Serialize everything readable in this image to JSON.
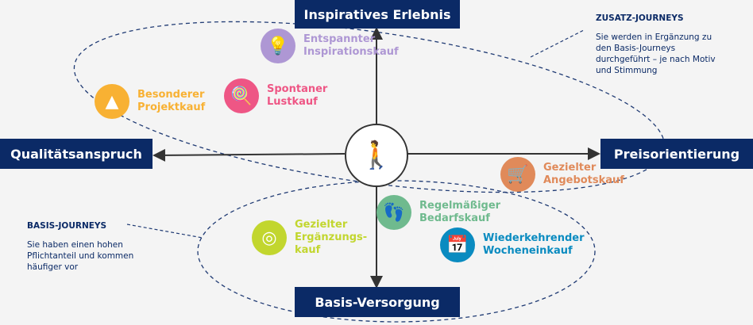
{
  "axes": {
    "top": "Inspiratives Erlebnis",
    "bottom": "Basis-Versorgung",
    "left": "Qualitätsanspruch",
    "right": "Preisorientierung"
  },
  "center_icon": "shopper-with-basket-icon",
  "journeys": [
    {
      "id": "inspiration",
      "label1": "Entspannter",
      "label2": "Inspirationskauf",
      "label3": "",
      "color": "#ae97d4",
      "icon": "lightbulb-icon"
    },
    {
      "id": "spontan",
      "label1": "Spontaner",
      "label2": "Lustkauf",
      "label3": "",
      "color": "#ee5685",
      "icon": "lollipop-icon"
    },
    {
      "id": "projekt",
      "label1": "Besonderer",
      "label2": "Projektkauf",
      "label3": "",
      "color": "#f8b133",
      "icon": "party-hat-icon"
    },
    {
      "id": "angebot",
      "label1": "Gezielter",
      "label2": "Angebotskauf",
      "label3": "",
      "color": "#e08a5a",
      "icon": "shopper-cart-icon"
    },
    {
      "id": "bedarf",
      "label1": "Regelmäßiger",
      "label2": "Bedarfskauf",
      "label3": "",
      "color": "#6fba8e",
      "icon": "footprints-icon"
    },
    {
      "id": "ergaenzung",
      "label1": "Gezielter",
      "label2": "Ergänzungs-",
      "label3": "kauf",
      "color": "#c2d62e",
      "icon": "target-icon"
    },
    {
      "id": "woche",
      "label1": "Wiederkehrender",
      "label2": "Wocheneinkauf",
      "label3": "",
      "color": "#0a8bc0",
      "icon": "calendar-icon"
    }
  ],
  "notes": {
    "zusatz": {
      "title": "ZUSATZ-JOURNEYS",
      "text": "Sie werden in Ergänzung zu den Basis-Journeys durchgeführt – je nach Motiv und Stimmung"
    },
    "basis": {
      "title": "BASIS-JOURNEYS",
      "text": "Sie haben einen hohen Pflichtanteil und kommen häufiger vor"
    }
  }
}
